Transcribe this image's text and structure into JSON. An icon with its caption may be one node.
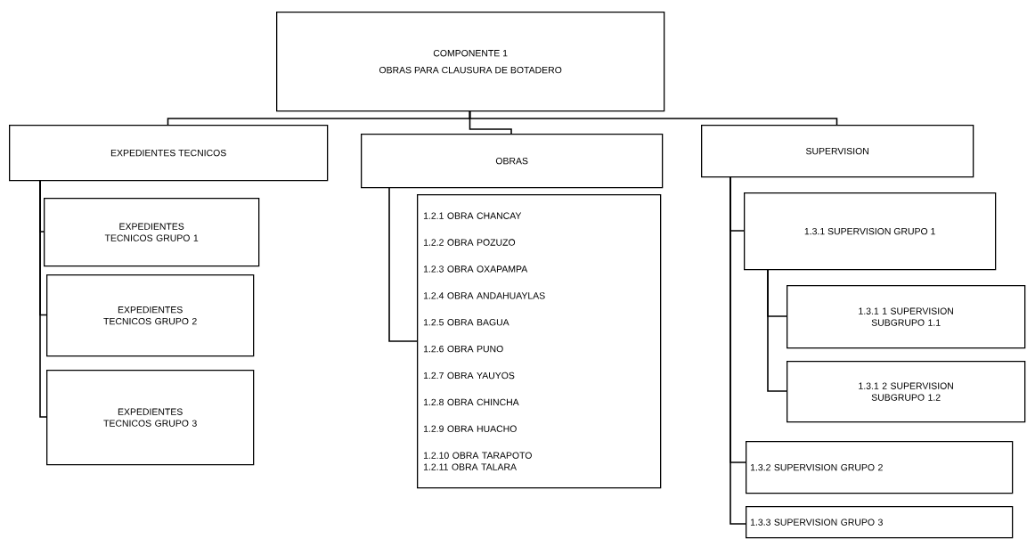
{
  "diagram": {
    "nodes": [
      {
        "text": [
          "COMPONENTE 1",
          "OBRAS PARA CLAUSURA DE BOTADERO"
        ]
      },
      {
        "text": [
          "EXPEDIENTES TECNICOS"
        ]
      },
      {
        "text": [
          "OBRAS"
        ]
      },
      {
        "text": [
          "SUPERVISION"
        ]
      },
      {
        "text": [
          "EXPEDIENTES TECNICOS GRUPO 1"
        ]
      },
      {
        "text": [
          "EXPEDIENTES TECNICOS GRUPO 2"
        ]
      },
      {
        "text": [
          "EXPEDIENTES TECNICOS GRUPO 3"
        ]
      },
      {
        "text": [
          "1.2.1 OBRA CHANCAY",
          "1.2.2 OBRA POZUZO",
          "1.2.3 OBRA OXAPAMPA",
          "1.2.4 OBRA ANDAHUAYLAS",
          "1.2.5 OBRA BAGUA",
          "1.2.6 OBRA PUNO",
          "1.2.7 OBRA YAUYOS",
          "1.2.8 OBRA CHINCHA",
          "1.2.9 OBRA HUACHO",
          "1.2.10 OBRA TARAPOTO",
          "1.2.11 OBRA TALARA"
        ]
      },
      {
        "text": [
          "1.3.1 SUPERVISION GRUPO 1"
        ]
      },
      {
        "text": [
          "1.3.1 1 SUPERVISION SUBGRUPO 1.1"
        ]
      },
      {
        "text": [
          "1.3.1 2 SUPERVISION SUBGRUPO 1.2"
        ]
      },
      {
        "text": [
          "1.3.2 SUPERVISION GRUPO 2"
        ]
      },
      {
        "text": [
          "1.3.3 SUPERVISION GRUPO 3"
        ]
      }
    ],
    "edges": [
      {
        "from": 0,
        "to": 1,
        "arrow": "none"
      },
      {
        "from": 0,
        "to": 2,
        "arrow": "none"
      },
      {
        "from": 0,
        "to": 3,
        "arrow": "none"
      },
      {
        "from": 1,
        "to": 4,
        "arrow": "none"
      },
      {
        "from": 1,
        "to": 5,
        "arrow": "none"
      },
      {
        "from": 1,
        "to": 6,
        "arrow": "none"
      },
      {
        "from": 2,
        "to": 7,
        "arrow": "none"
      },
      {
        "from": 3,
        "to": 8,
        "arrow": "none"
      },
      {
        "from": 8,
        "to": 9,
        "arrow": "none"
      },
      {
        "from": 8,
        "to": 10,
        "arrow": "none"
      },
      {
        "from": 3,
        "to": 11,
        "arrow": "none"
      },
      {
        "from": 3,
        "to": 12,
        "arrow": "none"
      }
    ]
  }
}
